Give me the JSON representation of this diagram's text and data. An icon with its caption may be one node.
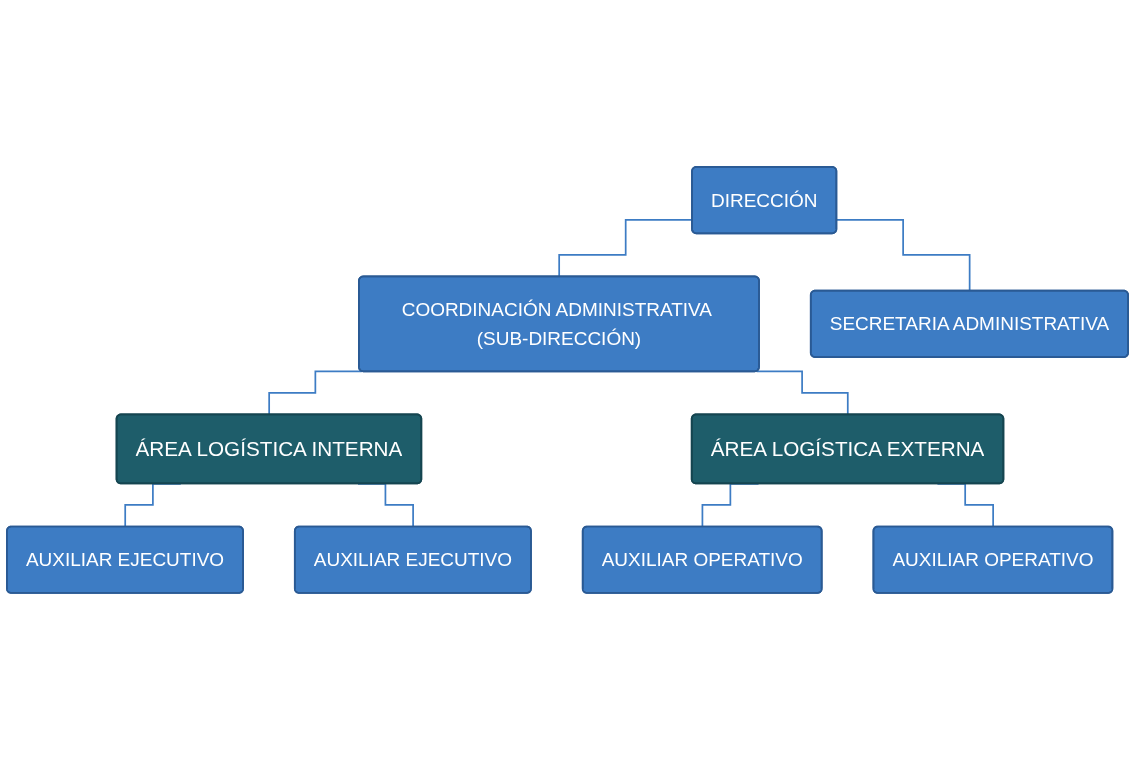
{
  "diagram": {
    "nodes": [
      {
        "text": [
          "DIRECCIÓN"
        ]
      },
      {
        "text": [
          "SECRETARIA ADMINISTRATIVA"
        ]
      },
      {
        "text": [
          "COORDINACIÓN ADMINISTRATIVA (SUB-DIRECCIÓN)"
        ]
      },
      {
        "text": [
          "ÁREA LOGÍSTICA INTERNA"
        ]
      },
      {
        "text": [
          "ÁREA LOGÍSTICA EXTERNA"
        ]
      },
      {
        "text": [
          "AUXILIAR EJECUTIVO"
        ]
      },
      {
        "text": [
          "AUXILIAR EJECUTIVO"
        ]
      },
      {
        "text": [
          "AUXILIAR OPERATIVO"
        ]
      },
      {
        "text": [
          "AUXILIAR OPERATIVO"
        ]
      }
    ],
    "edges": [
      {
        "from": 0,
        "to": 2,
        "arrow": "none"
      },
      {
        "from": 0,
        "to": 1,
        "arrow": "none"
      },
      {
        "from": 2,
        "to": 3,
        "arrow": "none"
      },
      {
        "from": 2,
        "to": 4,
        "arrow": "none"
      },
      {
        "from": 3,
        "to": 5,
        "arrow": "none"
      },
      {
        "from": 3,
        "to": 6,
        "arrow": "none"
      },
      {
        "from": 4,
        "to": 7,
        "arrow": "none"
      },
      {
        "from": 4,
        "to": 8,
        "arrow": "none"
      }
    ]
  }
}
